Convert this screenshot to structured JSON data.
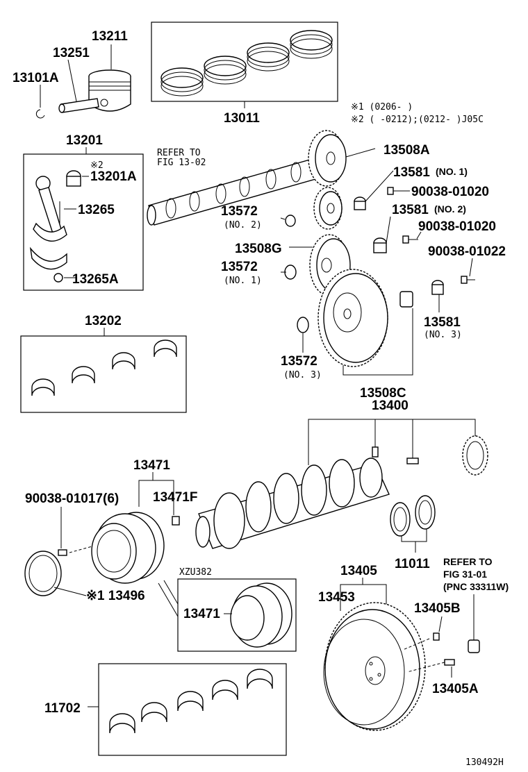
{
  "labels": {
    "p13211": "13211",
    "p13251": "13251",
    "p13101A": "13101A",
    "p13011": "13011",
    "note1": "※1 (0206-      )",
    "note2": "※2 (      -0212);(0212-       )J05C",
    "p13201": "13201",
    "p13201_mark": "※2",
    "p13201A": "13201A",
    "p13265": "13265",
    "p13265A": "13265A",
    "refer_fig_1302": "REFER TO",
    "refer_fig_1302b": "FIG 13-02",
    "p13508A": "13508A",
    "p13581_1": "13581",
    "p13581_1_no": "(NO. 1)",
    "p90038_01020a": "90038-01020",
    "p13572_2": "13572",
    "p13572_2_no": "(NO. 2)",
    "p13581_2": "13581",
    "p13581_2_no": "(NO. 2)",
    "p90038_01020b": "90038-01020",
    "p13508G": "13508G",
    "p90038_01022": "90038-01022",
    "p13572_1": "13572",
    "p13572_1_no": "(NO. 1)",
    "p13581_3": "13581",
    "p13581_3_no": "(NO. 3)",
    "p13572_3": "13572",
    "p13572_3_no": "(NO. 3)",
    "p13202": "13202",
    "p13508C": "13508C",
    "p13400": "13400",
    "p13471": "13471",
    "p90038_01017": "90038-01017(6)",
    "p13471F": "13471F",
    "xzu382": "XZU382",
    "p13471b": "13471",
    "p13496": "※1 13496",
    "p11011": "11011",
    "refer_fig_3101": "REFER TO",
    "refer_fig_3101b": "FIG 31-01",
    "refer_fig_3101c": "(PNC 33311W)",
    "p13405": "13405",
    "p13453": "13453",
    "p13405B": "13405B",
    "p11702": "11702",
    "p13405A": "13405A",
    "figure_code": "130492H"
  }
}
